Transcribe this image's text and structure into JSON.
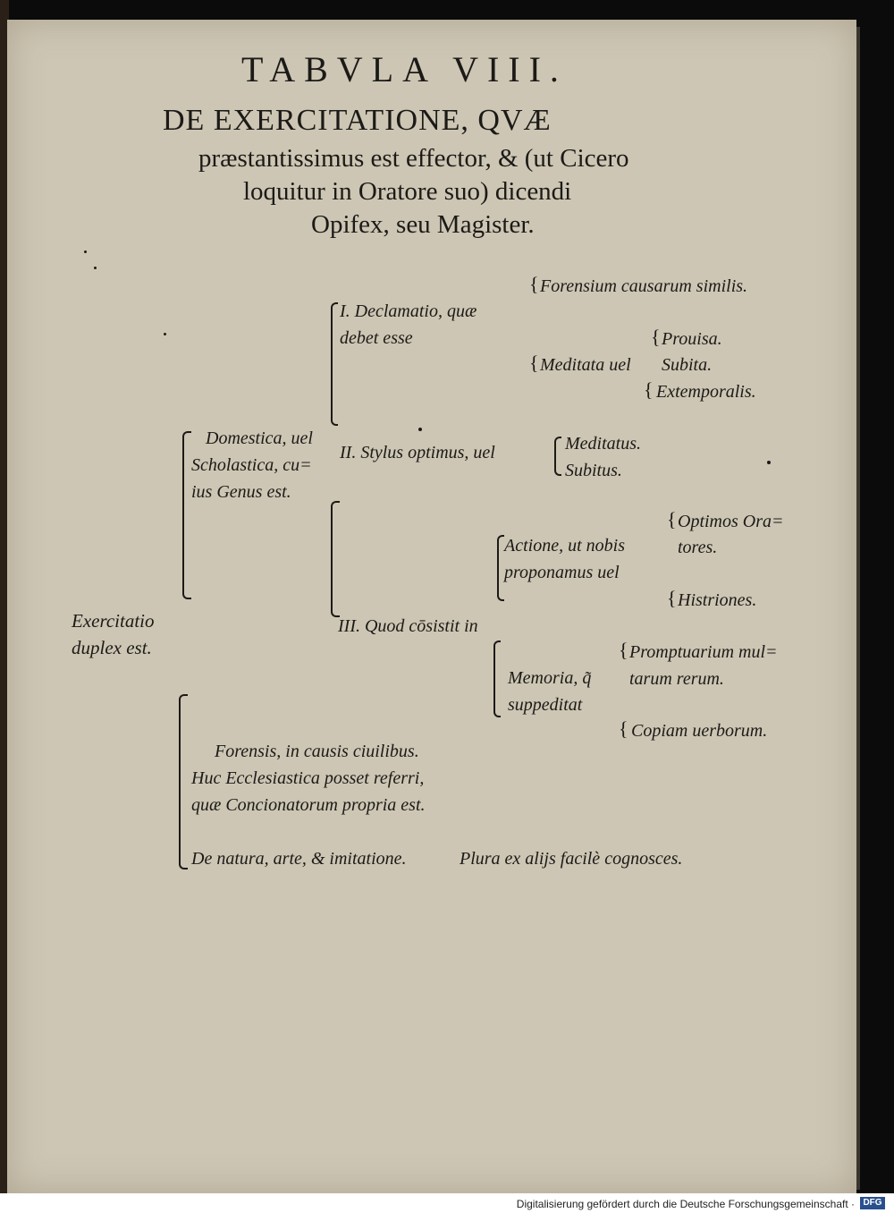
{
  "page": {
    "title_line1": "TABVLA VIII.",
    "title_line2": "DE EXERCITATIONE, QVÆ",
    "title_line3": "præstantissimus est effector, & (ut Cicero",
    "title_line4": "loquitur in Oratore suo) dicendi",
    "title_line5": "Opifex, seu Magister."
  },
  "table": {
    "root_1": "Exercitatio",
    "root_2": "duplex est.",
    "domestica_1": "Domestica, uel",
    "domestica_2": "Scholastica, cu=",
    "domestica_3": "ius Genus est.",
    "decl_1": "I.   Declamatio, quæ",
    "decl_2": "debet esse",
    "forensium": "Forensium causarum similis.",
    "meditata": "Meditata uel",
    "subita": "Subita.",
    "prouisa": "Prouisa.",
    "extemporalis": "Extemporalis.",
    "stylus": "II.  Stylus optimus, uel",
    "meditatus": "Meditatus.",
    "subitus": "Subitus.",
    "quod": "III. Quod cōsistit in",
    "actione_1": "Actione, ut nobis",
    "actione_2": "proponamus uel",
    "optimos_1": "Optimos Ora=",
    "optimos_2": "tores.",
    "histriones": "Histriones.",
    "memoria_1": "Memoria, q̃",
    "memoria_2": "suppeditat",
    "promptuarium_1": "Promptuarium mul=",
    "promptuarium_2": "tarum rerum.",
    "copiam": "Copiam uerborum.",
    "forensis_1": "Forensis, in causis ciuilibus.",
    "forensis_2": "Huc Ecclesiastica posset referri,",
    "forensis_3": "quæ Concionatorum propria est.",
    "de_natura": "De natura, arte, & imitatione.",
    "plura": "Plura ex alijs facilè cognosces."
  },
  "footer": {
    "text": "Digitalisierung gefördert durch die Deutsche Forschungsgemeinschaft ·",
    "logo": "DFG"
  }
}
